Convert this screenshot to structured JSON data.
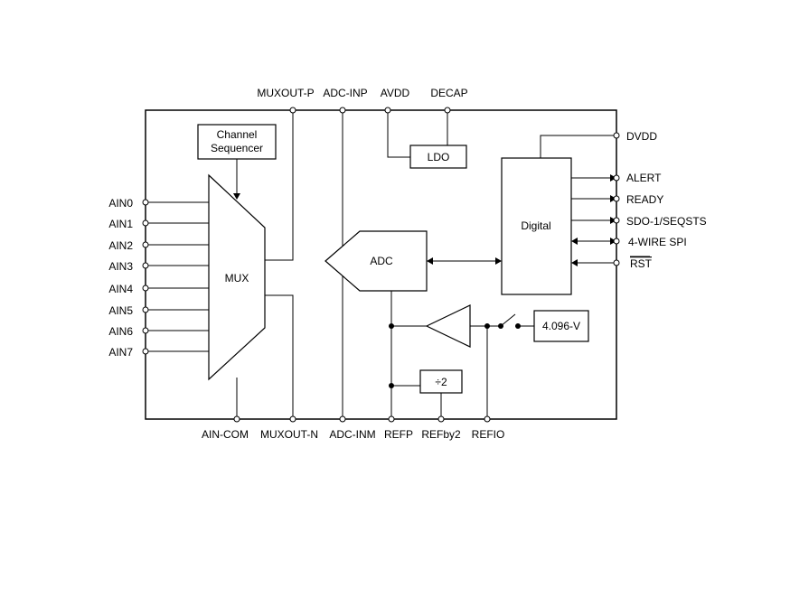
{
  "diagram": {
    "pins_left": [
      "AIN0",
      "AIN1",
      "AIN2",
      "AIN3",
      "AIN4",
      "AIN5",
      "AIN6",
      "AIN7"
    ],
    "pins_top": [
      "MUXOUT-P",
      "ADC-INP",
      "AVDD",
      "DECAP"
    ],
    "pins_bottom": [
      "AIN-COM",
      "MUXOUT-N",
      "ADC-INM",
      "REFP",
      "REFby2",
      "REFIO"
    ],
    "pins_right": [
      "DVDD",
      "ALERT",
      "READY",
      "SDO-1/SEQSTS",
      "4-WIRE SPI",
      "RST"
    ],
    "blocks": {
      "sequencer_line1": "Channel",
      "sequencer_line2": "Sequencer",
      "mux": "MUX",
      "ldo": "LDO",
      "adc": "ADC",
      "digital": "Digital",
      "divider": "÷2",
      "reference": "4.096-V"
    }
  }
}
